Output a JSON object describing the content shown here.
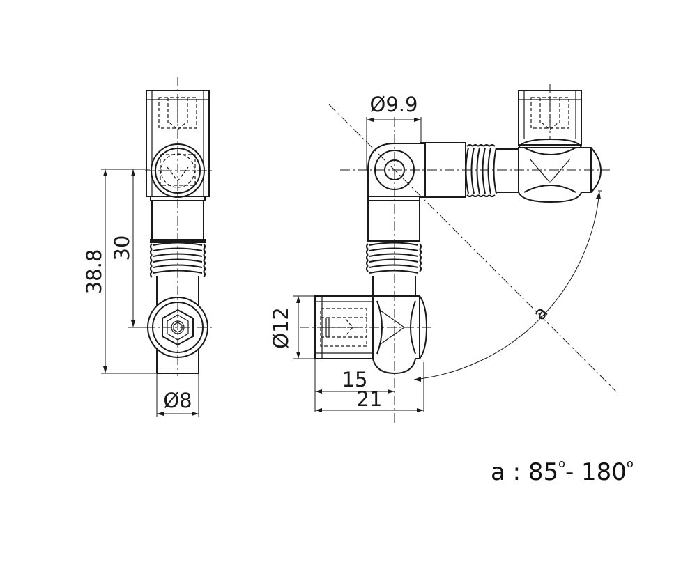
{
  "dimensions": {
    "height_outer": "38.8",
    "height_inner": "30",
    "diameter_small": "Ø8",
    "diameter_bore": "Ø9.9",
    "diameter_body": "Ø12",
    "width_inner": "15",
    "width_outer": "21",
    "angle_symbol": "a"
  },
  "caption": {
    "prefix": "a : 85",
    "degree_1": "o",
    "separator": "- 180",
    "degree_2": "o"
  }
}
